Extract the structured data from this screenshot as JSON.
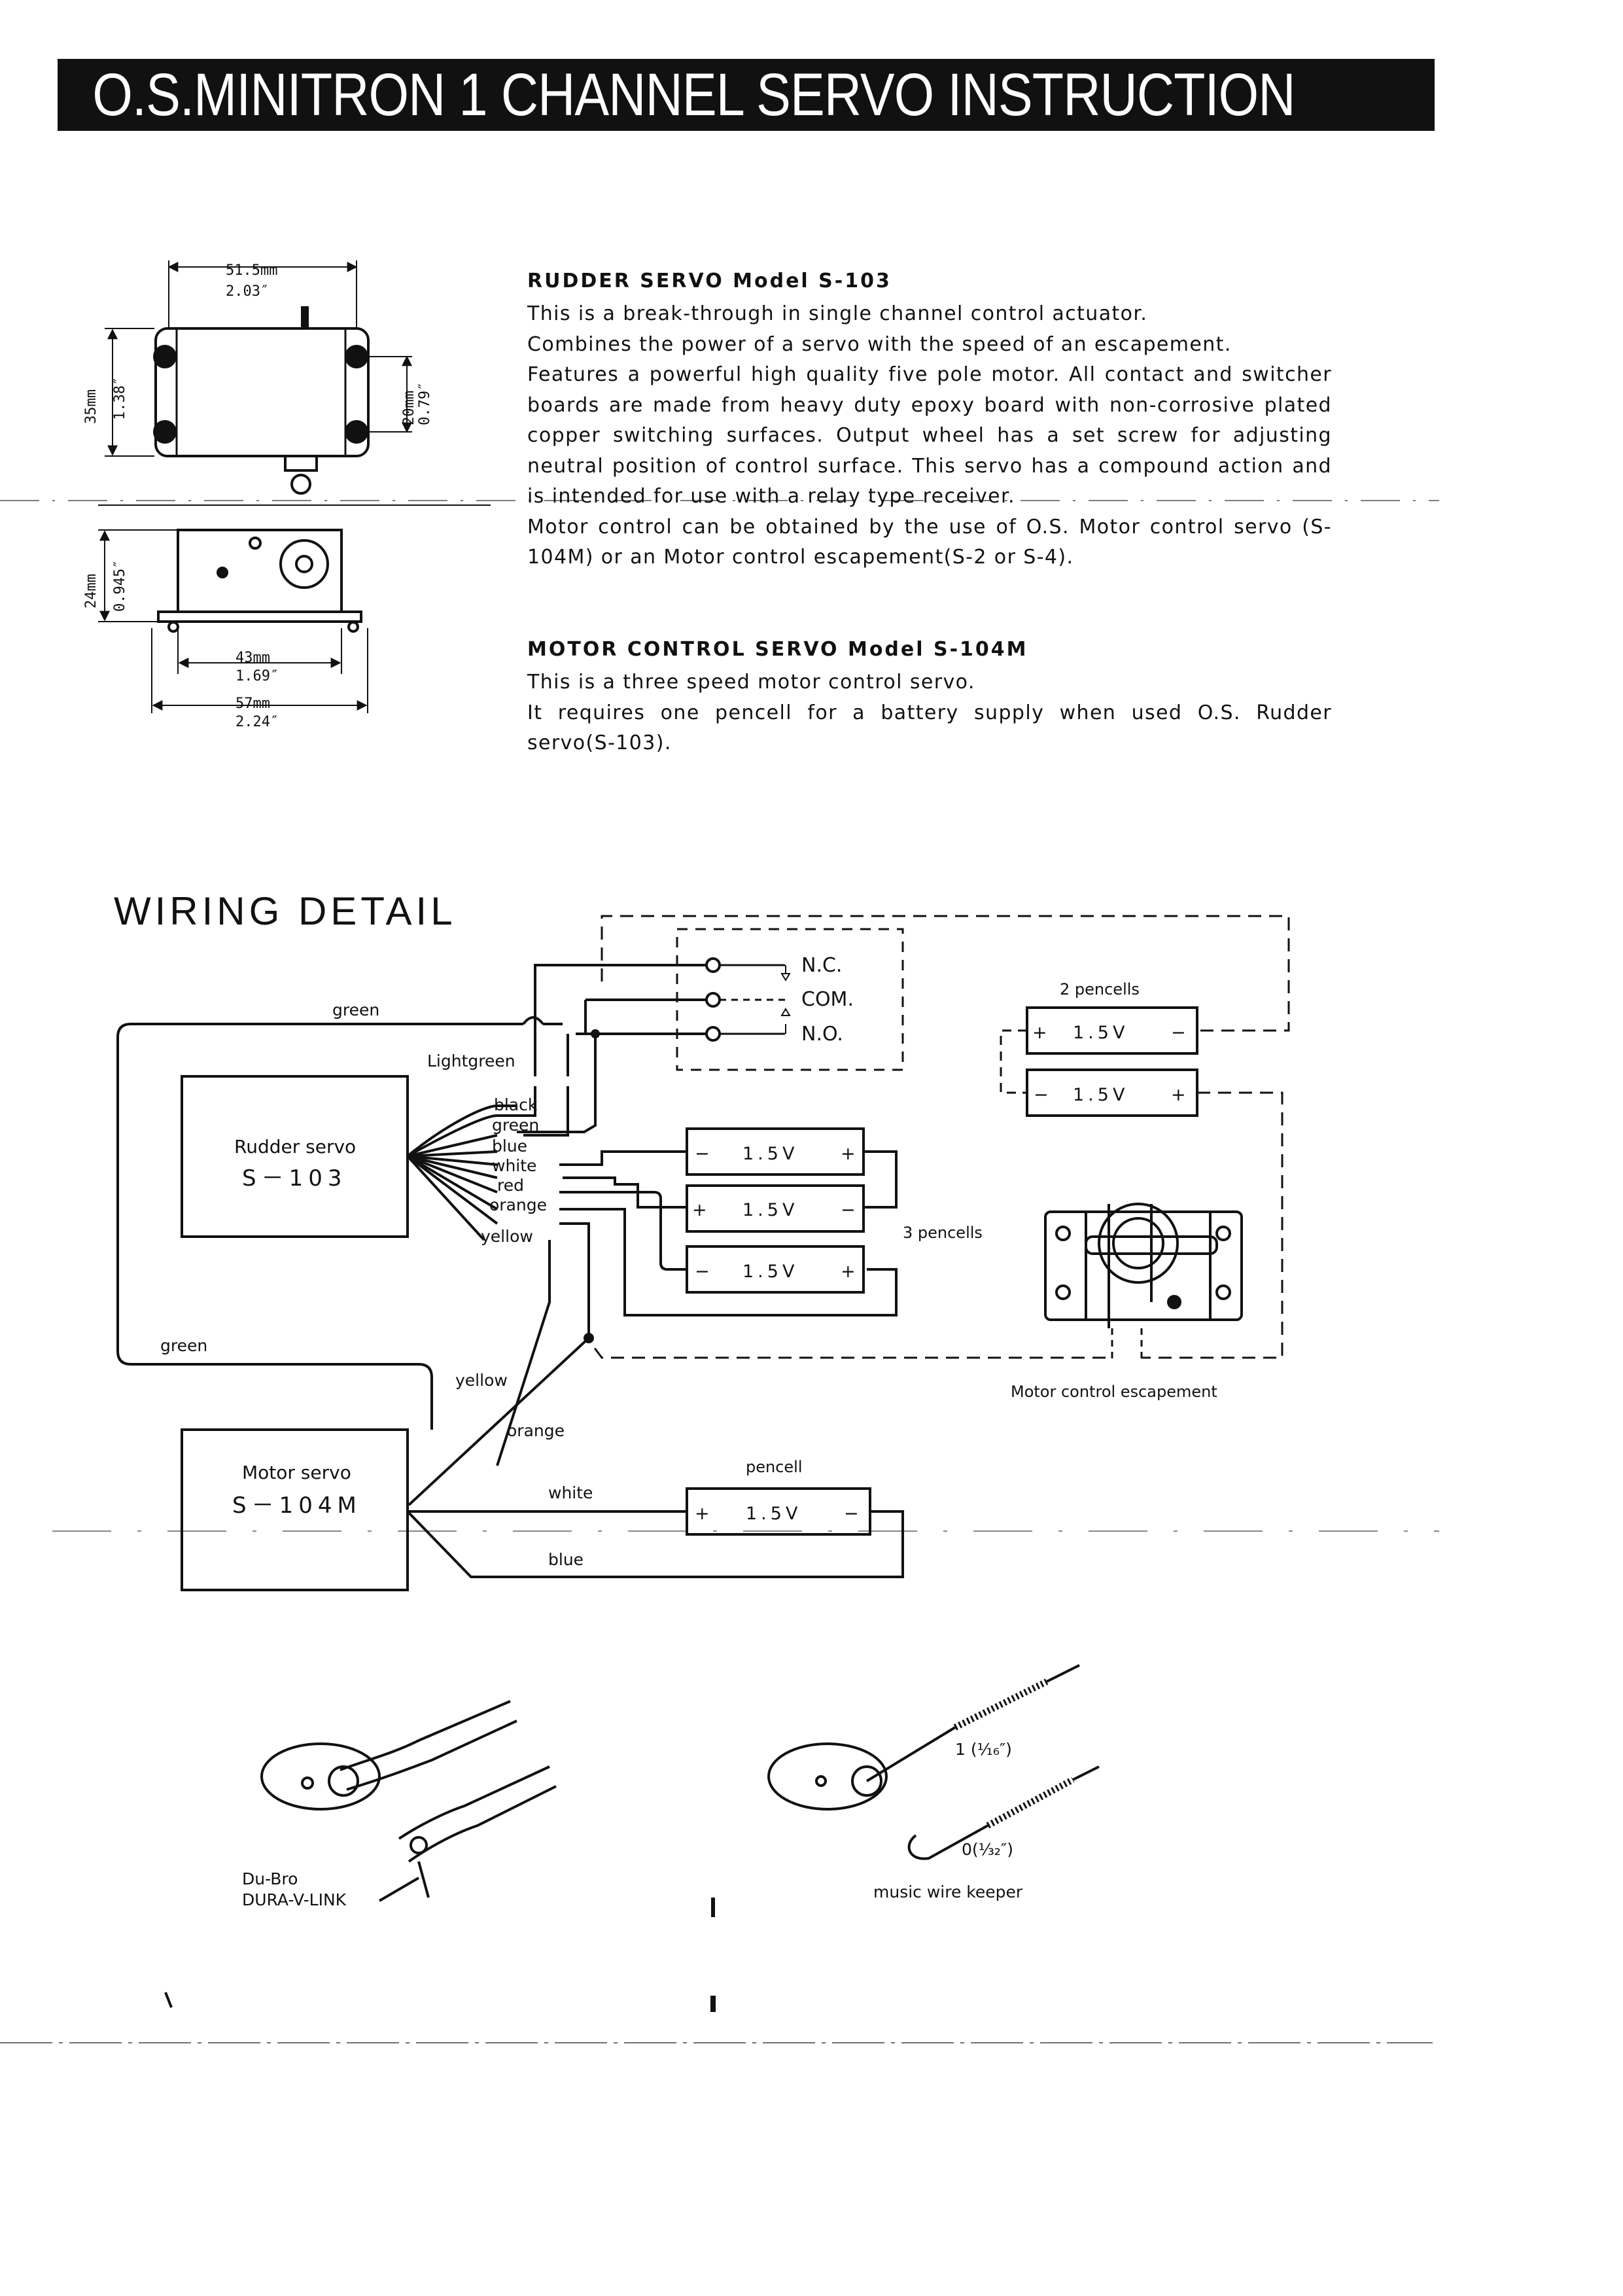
{
  "title": "O.S.MINITRON 1 CHANNEL SERVO INSTRUCTION",
  "rudder": {
    "heading": "RUDDER SERVO Model S-103",
    "body": "    This is a break-through in single channel control actuator.\nCombines the power of a servo with the speed of an escapement.\nFeatures a powerful high quality five pole motor. All contact and switcher boards are made from heavy duty epoxy board with non-corrosive plated copper switching surfaces. Output wheel has a set screw for adjusting neutral position of control surface. This servo has a compound action and is intended for use with a relay type receiver.\nMotor control can be obtained by the use of O.S. Motor control servo (S-104M) or an Motor control escapement(S-2 or S-4)."
  },
  "motor": {
    "heading": "MOTOR CONTROL SERVO Model S-104M",
    "body": "    This is a three speed motor control servo.\nIt requires one pencell for a battery supply when used O.S. Rudder servo(S-103)."
  },
  "dimensions": {
    "width_mm": "51.5mm",
    "width_in": "2.03″",
    "height_mm": "35mm",
    "height_in": "1.38″",
    "mount_mm": "20mm",
    "mount_in": "0.79″",
    "side_mm": "24mm",
    "side_in": "0.945″",
    "base_mm": "43mm",
    "base_in": "1.69″",
    "total_mm": "57mm",
    "total_in": "2.24″"
  },
  "wiring": {
    "title": "WIRING DETAIL",
    "rudder_box": {
      "line1": "Rudder servo",
      "line2": "S－103"
    },
    "motor_box": {
      "line1": "Motor servo",
      "line2": "S－104M"
    },
    "wires": {
      "green_top": "green",
      "lightgreen": "Lightgreen",
      "black": "black",
      "green": "green",
      "blue": "blue",
      "white": "white",
      "red": "red",
      "orange": "orange",
      "yellow": "yellow",
      "green_left": "green",
      "yellow_mid": "yellow",
      "orange_mid": "orange",
      "white_motor": "white",
      "blue_motor": "blue"
    },
    "relay": {
      "nc": "N.C.",
      "com": "COM.",
      "no": "N.O."
    },
    "cell_label": "1.5V",
    "two_pencells": "2 pencells",
    "three_pencells": "3 pencells",
    "pencell": "pencell",
    "escapement": "Motor control escapement"
  },
  "linkages": {
    "dubro_line1": "Du-Bro",
    "dubro_line2": "DURA-V-LINK",
    "keeper": "music wire keeper",
    "keeper_1": "1 (⅟₁₆″)",
    "keeper_0": "0(⅟₃₂″)"
  }
}
